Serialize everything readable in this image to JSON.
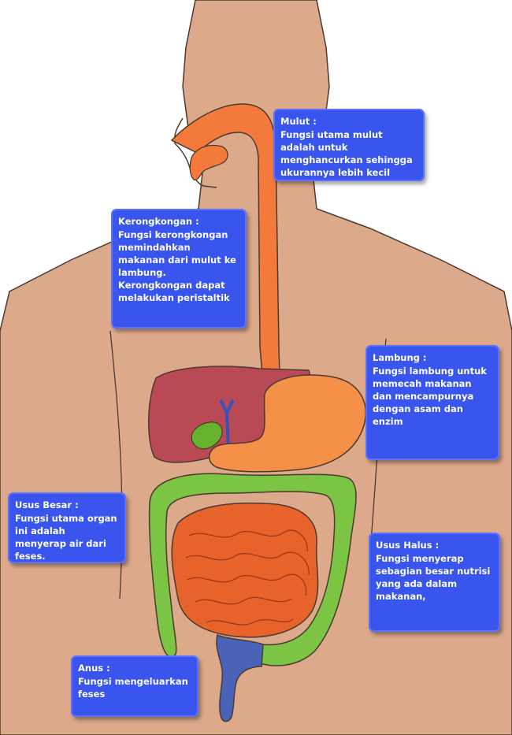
{
  "labels": {
    "mulut": {
      "title": "Mulut :",
      "description": "Fungsi utama mulut adalah untuk menghancurkan sehingga ukurannya lebih kecil"
    },
    "kerongkongan": {
      "title": "Kerongkongan :",
      "description": "Fungsi kerongkongan memindahkan makanan dari mulut ke lambung. Kerongkongan dapat melakukan peristaltik"
    },
    "lambung": {
      "title": "Lambung :",
      "description": "Fungsi lambung untuk memecah makanan dan mencampurnya dengan asam dan enzim"
    },
    "usus_besar": {
      "title": "Usus Besar :",
      "description": "Fungsi utama organ ini adalah menyerap air dari feses."
    },
    "usus_halus": {
      "title": "Usus Halus :",
      "description": "Fungsi menyerap sebagian besar nutrisi yang ada dalam makanan,"
    },
    "anus": {
      "title": "Anus :",
      "description": "Fungsi mengeluarkan feses"
    }
  },
  "colors": {
    "body_skin": "#dca98a",
    "outline": "#4a3a30",
    "esophagus": "#f47a3c",
    "stomach": "#f59048",
    "liver": "#b94a55",
    "gallbladder": "#66b22c",
    "bile_duct": "#3850b8",
    "large_intestine": "#7cc444",
    "small_intestine": "#e8622c",
    "rectum": "#4a62b8",
    "label_box": "#3a55ee",
    "label_text": "#ffffff"
  }
}
